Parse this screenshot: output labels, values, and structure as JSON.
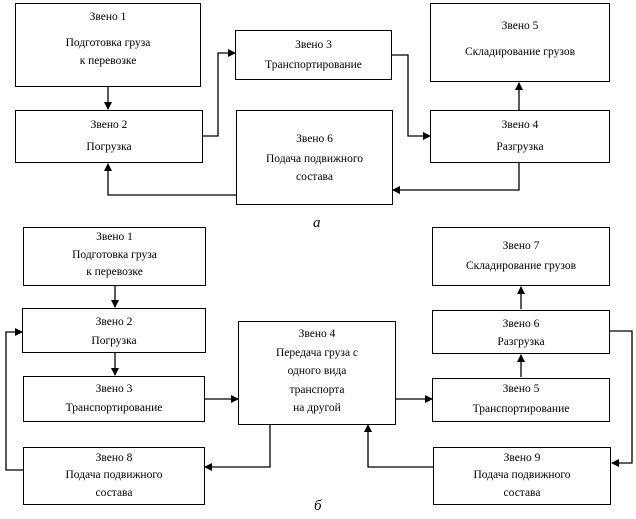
{
  "diagram_a": {
    "caption": "а",
    "box1": {
      "title": "Звено 1",
      "line1": "Подготовка груза",
      "line2": "к перевозке"
    },
    "box2": {
      "title": "Звено 2",
      "line1": "Погрузка"
    },
    "box3": {
      "title": "Звено 3",
      "line1": "Транспортирование"
    },
    "box4": {
      "title": "Звено 4",
      "line1": "Разгрузка"
    },
    "box5": {
      "title": "Звено 5",
      "line1": "Складирование грузов"
    },
    "box6": {
      "title": "Звено 6",
      "line1": "Подача подвижного",
      "line2": "состава"
    }
  },
  "diagram_b": {
    "caption": "б",
    "box1": {
      "title": "Звено 1",
      "line1": "Подготовка груза",
      "line2": "к перевозке"
    },
    "box2": {
      "title": "Звено 2",
      "line1": "Погрузка"
    },
    "box3": {
      "title": "Звено 3",
      "line1": "Транспортирование"
    },
    "box4": {
      "title": "Звено 4",
      "line1": "Передача груза с",
      "line2": "одного вида",
      "line3": "транспорта",
      "line4": "на другой"
    },
    "box5": {
      "title": "Звено 5",
      "line1": "Транспортирование"
    },
    "box6": {
      "title": "Звено 6",
      "line1": "Разгрузка"
    },
    "box7": {
      "title": "Звено 7",
      "line1": "Складирование грузов"
    },
    "box8": {
      "title": "Звено 8",
      "line1": "Подача подвижного",
      "line2": "состава"
    },
    "box9": {
      "title": "Звено 9",
      "line1": "Подача подвижного",
      "line2": "состава"
    }
  }
}
